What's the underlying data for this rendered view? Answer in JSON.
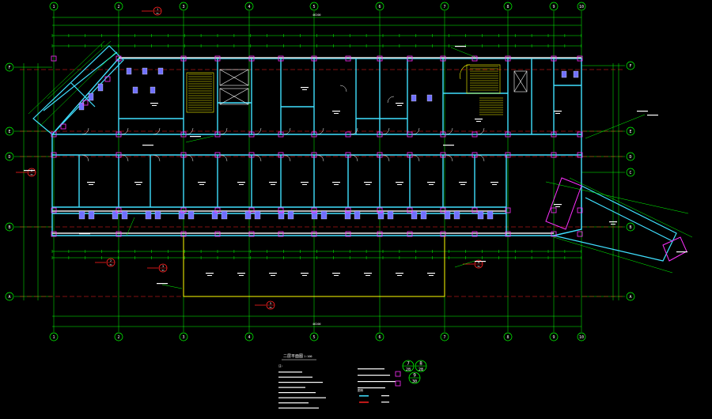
{
  "canvas": {
    "background": "#000000"
  },
  "colors": {
    "grid_axis": "#00ff00",
    "axis_dash": "#ff2020",
    "walls": "#40e0ff",
    "wall_fill": "#d0d0d0",
    "doors": "#ffffff",
    "room_text": "#ffffff",
    "columns": "#ff30ff",
    "stairs": "#ffff00",
    "fixtures": "#7070ff",
    "section_mark": "#ff2020",
    "dim": "#ffffff"
  },
  "axes": {
    "top_numbers": [
      "1",
      "2",
      "3",
      "4",
      "5",
      "6",
      "7",
      "8",
      "9",
      "10"
    ],
    "bottom_numbers": [
      "1",
      "2",
      "3",
      "4",
      "5",
      "6",
      "7",
      "8",
      "9",
      "10"
    ],
    "left_letters": [
      "F",
      "E",
      "D",
      "B",
      "A"
    ],
    "right_letters": [
      "F",
      "E",
      "D",
      "C",
      "B",
      "A"
    ]
  },
  "dimensions": {
    "overall_top": "46200",
    "overall_bottom": "46200"
  },
  "section_marks": [
    {
      "id": "1",
      "sheet": "31"
    },
    {
      "id": "2",
      "sheet": "31"
    },
    {
      "id": "3",
      "sheet": "31"
    },
    {
      "id": "4",
      "sheet": "31"
    },
    {
      "id": "5",
      "sheet": "31"
    },
    {
      "id": "6",
      "sheet": "31"
    }
  ],
  "title_block": {
    "plan_title": "二层平面图",
    "scale": "1:100",
    "notes_heading": "注:",
    "legend_heading": "图例"
  },
  "index_symbols": [
    {
      "num": "7",
      "sheet": "28"
    },
    {
      "num": "8",
      "sheet": "28"
    },
    {
      "num": "9",
      "sheet": "30"
    }
  ]
}
